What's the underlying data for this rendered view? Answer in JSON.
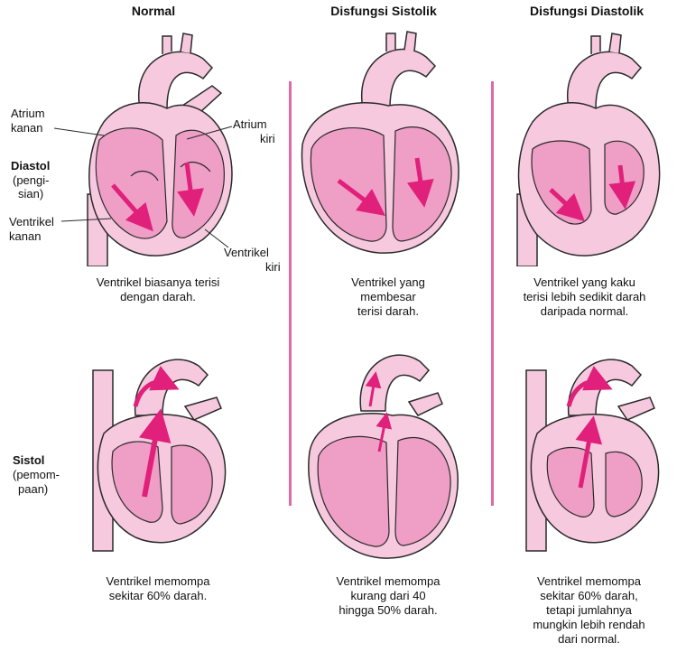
{
  "columns": {
    "normal": "Normal",
    "systolic": "Disfungsi Sistolik",
    "diastolic": "Disfungsi Diastolik"
  },
  "phases": {
    "diastole_title": "Diastol",
    "diastole_sub": [
      "(pengi-",
      "sian)"
    ],
    "systole_title": "Sistol",
    "systole_sub": [
      "(pemom-",
      "paan)"
    ]
  },
  "labels": {
    "right_atrium": [
      "Atrium",
      "kanan"
    ],
    "left_atrium": [
      "Atrium",
      "kiri"
    ],
    "right_ventricle": [
      "Ventrikel",
      "kanan"
    ],
    "left_ventricle": [
      "Ventrikel",
      "kiri"
    ]
  },
  "captions": {
    "normal_diastole": [
      "Ventrikel biasanya terisi",
      "dengan darah."
    ],
    "systolic_diastole": [
      "Ventrikel yang",
      "membesar",
      "terisi darah."
    ],
    "diastolic_diastole": [
      "Ventrikel yang kaku",
      "terisi lebih sedikit darah",
      "daripada normal."
    ],
    "normal_systole": [
      "Ventrikel memompa",
      "sekitar 60% darah."
    ],
    "systolic_systole": [
      "Ventrikel memompa",
      "kurang dari 40",
      "hingga 50% darah."
    ],
    "diastolic_systole": [
      "Ventrikel memompa",
      "sekitar 60% darah,",
      "tetapi jumlahnya",
      "mungkin lebih rendah",
      "dari normal."
    ]
  },
  "colors": {
    "heart_fill": "#f6c9de",
    "chamber_fill": "#ef9ec6",
    "outline": "#2a2a2a",
    "arrow": "#e0207a",
    "divider": "#e06aa6"
  }
}
